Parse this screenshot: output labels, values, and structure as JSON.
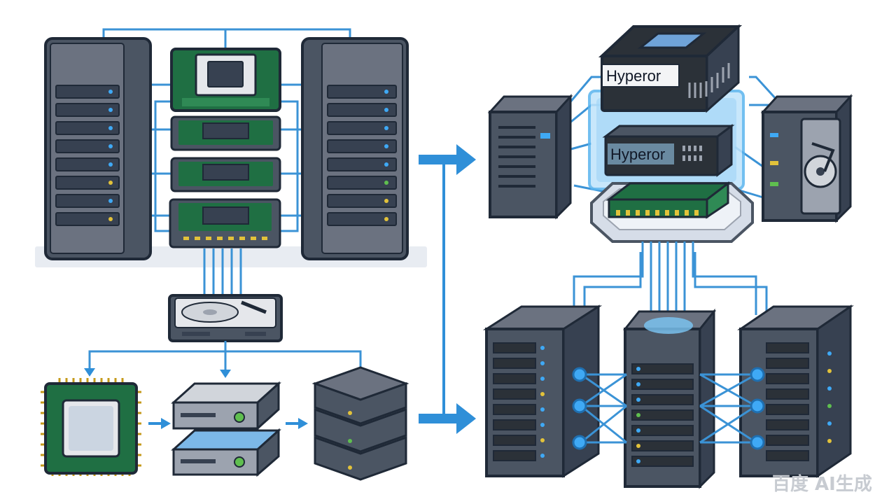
{
  "diagram": {
    "hypervisor_labels": [
      "Hyperor",
      "Hyperor"
    ],
    "watermark": "百度 AI生成"
  },
  "colors": {
    "outline": "#1f2937",
    "server_body": "#4b5563",
    "server_face": "#6b7280",
    "bay": "#374151",
    "connector": "#3b93d6",
    "arrow": "#2f8fd8",
    "pcb": "#1f6f43",
    "hyper_top": "#2b3138",
    "glow": "#7cc7f5",
    "led_blue": "#3fa9f5",
    "led_yellow": "#e2c23a",
    "led_green": "#5fbf4f"
  },
  "icons": [
    "server-rack-icon",
    "motherboard-icon",
    "ram-module-icon",
    "hard-drive-icon",
    "cpu-chip-icon",
    "storage-unit-icon",
    "database-stack-icon",
    "hypervisor-block-icon",
    "arrow-right-icon"
  ]
}
